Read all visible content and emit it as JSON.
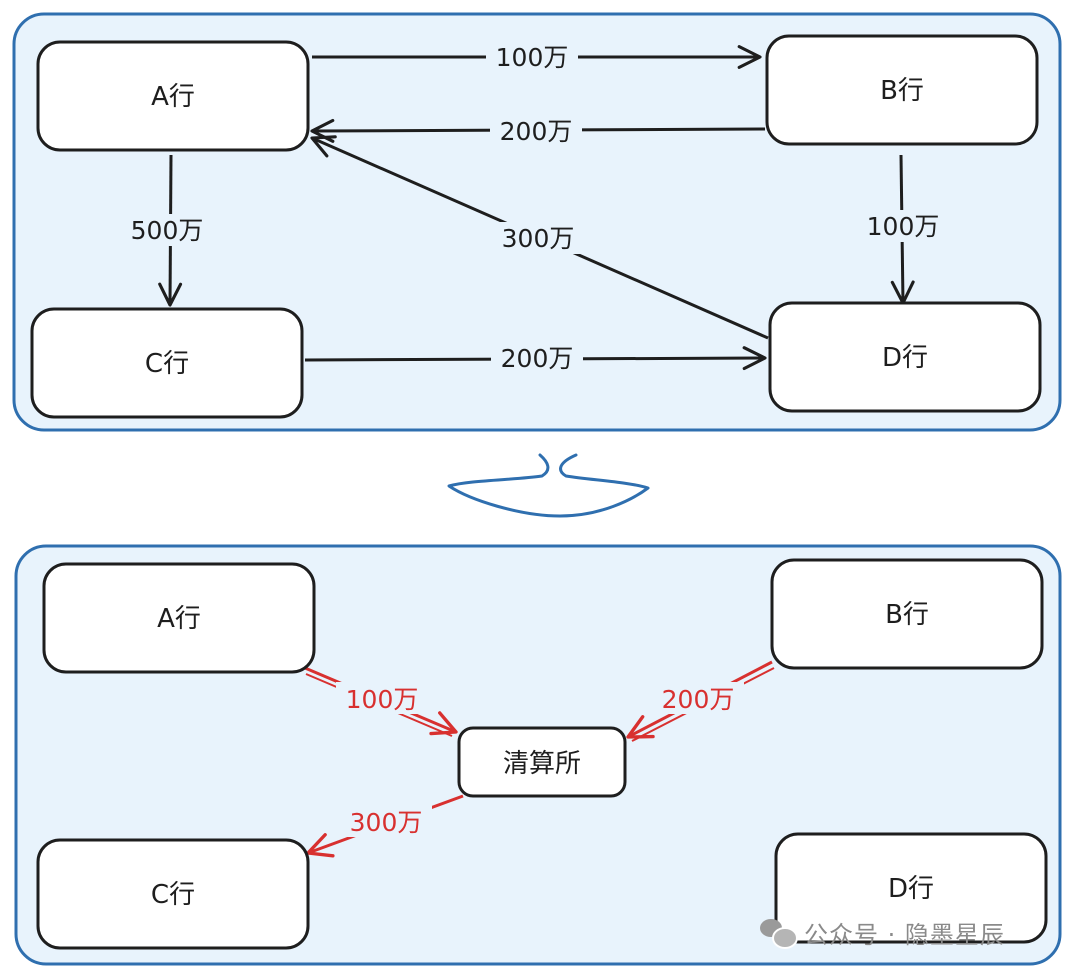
{
  "colors": {
    "panel_fill": "#e8f3fc",
    "panel_stroke": "#2f6faf",
    "node_fill": "#ffffff",
    "node_stroke": "#1e1e1e",
    "edge_black": "#1e1e1e",
    "edge_red": "#d8302f",
    "transform_arrow": "#2f6faf"
  },
  "top_panel": {
    "nodes": {
      "a": "A行",
      "b": "B行",
      "c": "C行",
      "d": "D行"
    },
    "edges": [
      {
        "id": "a-to-b",
        "from": "A行",
        "to": "B行",
        "label": "100万"
      },
      {
        "id": "b-to-a",
        "from": "B行",
        "to": "A行",
        "label": "200万"
      },
      {
        "id": "a-to-c",
        "from": "A行",
        "to": "C行",
        "label": "500万"
      },
      {
        "id": "d-to-a",
        "from": "D行",
        "to": "A行",
        "label": "300万"
      },
      {
        "id": "b-to-d",
        "from": "B行",
        "to": "D行",
        "label": "100万"
      },
      {
        "id": "c-to-d",
        "from": "C行",
        "to": "D行",
        "label": "200万"
      }
    ]
  },
  "bottom_panel": {
    "nodes": {
      "a": "A行",
      "b": "B行",
      "c": "C行",
      "d": "D行",
      "clearing": "清算所"
    },
    "edges": [
      {
        "id": "a-to-clearing",
        "from": "A行",
        "to": "清算所",
        "label": "100万"
      },
      {
        "id": "b-to-clearing",
        "from": "B行",
        "to": "清算所",
        "label": "200万"
      },
      {
        "id": "clearing-to-c",
        "from": "清算所",
        "to": "C行",
        "label": "300万"
      }
    ]
  },
  "watermark": {
    "text": "公众号 · 隐墨星辰",
    "icon": "wechat-icon"
  }
}
